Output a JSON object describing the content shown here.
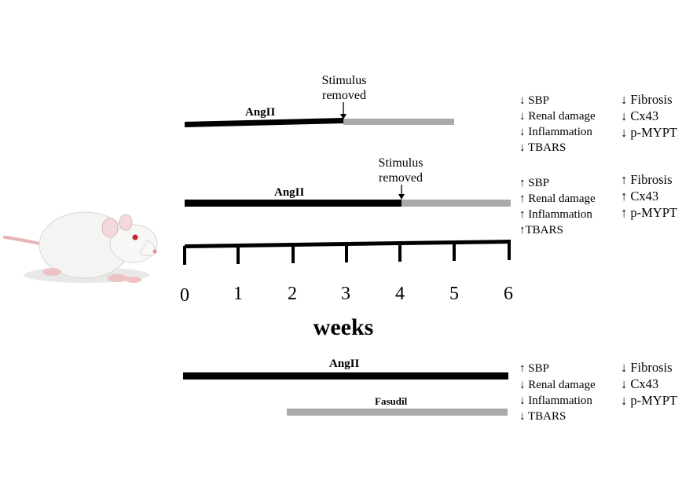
{
  "protocol_1": {
    "angii_label": "AngII",
    "stimulus_label_line1": "Stimulus",
    "stimulus_label_line2": "removed",
    "outcomes_left": [
      "↓ SBP",
      "↓ Renal damage",
      "↓ Inflammation",
      "↓ TBARS"
    ],
    "outcomes_right": [
      "↓ Fibrosis",
      "↓ Cx43",
      "↓ p-MYPT"
    ]
  },
  "protocol_2": {
    "angii_label": "AngII",
    "stimulus_label_line1": "Stimulus",
    "stimulus_label_line2": "removed",
    "outcomes_left": [
      "↑ SBP",
      "↑ Renal damage",
      "↑ Inflammation",
      "↑TBARS"
    ],
    "outcomes_right": [
      "↑ Fibrosis",
      "↑ Cx43",
      "↑ p-MYPT"
    ]
  },
  "timeline": {
    "ticks": [
      "0",
      "1",
      "2",
      "3",
      "4",
      "5",
      "6"
    ],
    "unit_label": "weeks"
  },
  "protocol_3": {
    "angii_label": "AngII",
    "fasudil_label": "Fasudil",
    "outcomes_left": [
      "↑ SBP",
      "↓ Renal damage",
      "↓ Inflammation",
      "↓ TBARS"
    ],
    "outcomes_right": [
      "↓ Fibrosis",
      "↓ Cx43",
      "↓ p-MYPT"
    ]
  },
  "colors": {
    "active_treatment": "#000000",
    "after_removal_or_fasudil": "#aaaaaa"
  },
  "icons": {
    "animal": "rat-illustration"
  }
}
